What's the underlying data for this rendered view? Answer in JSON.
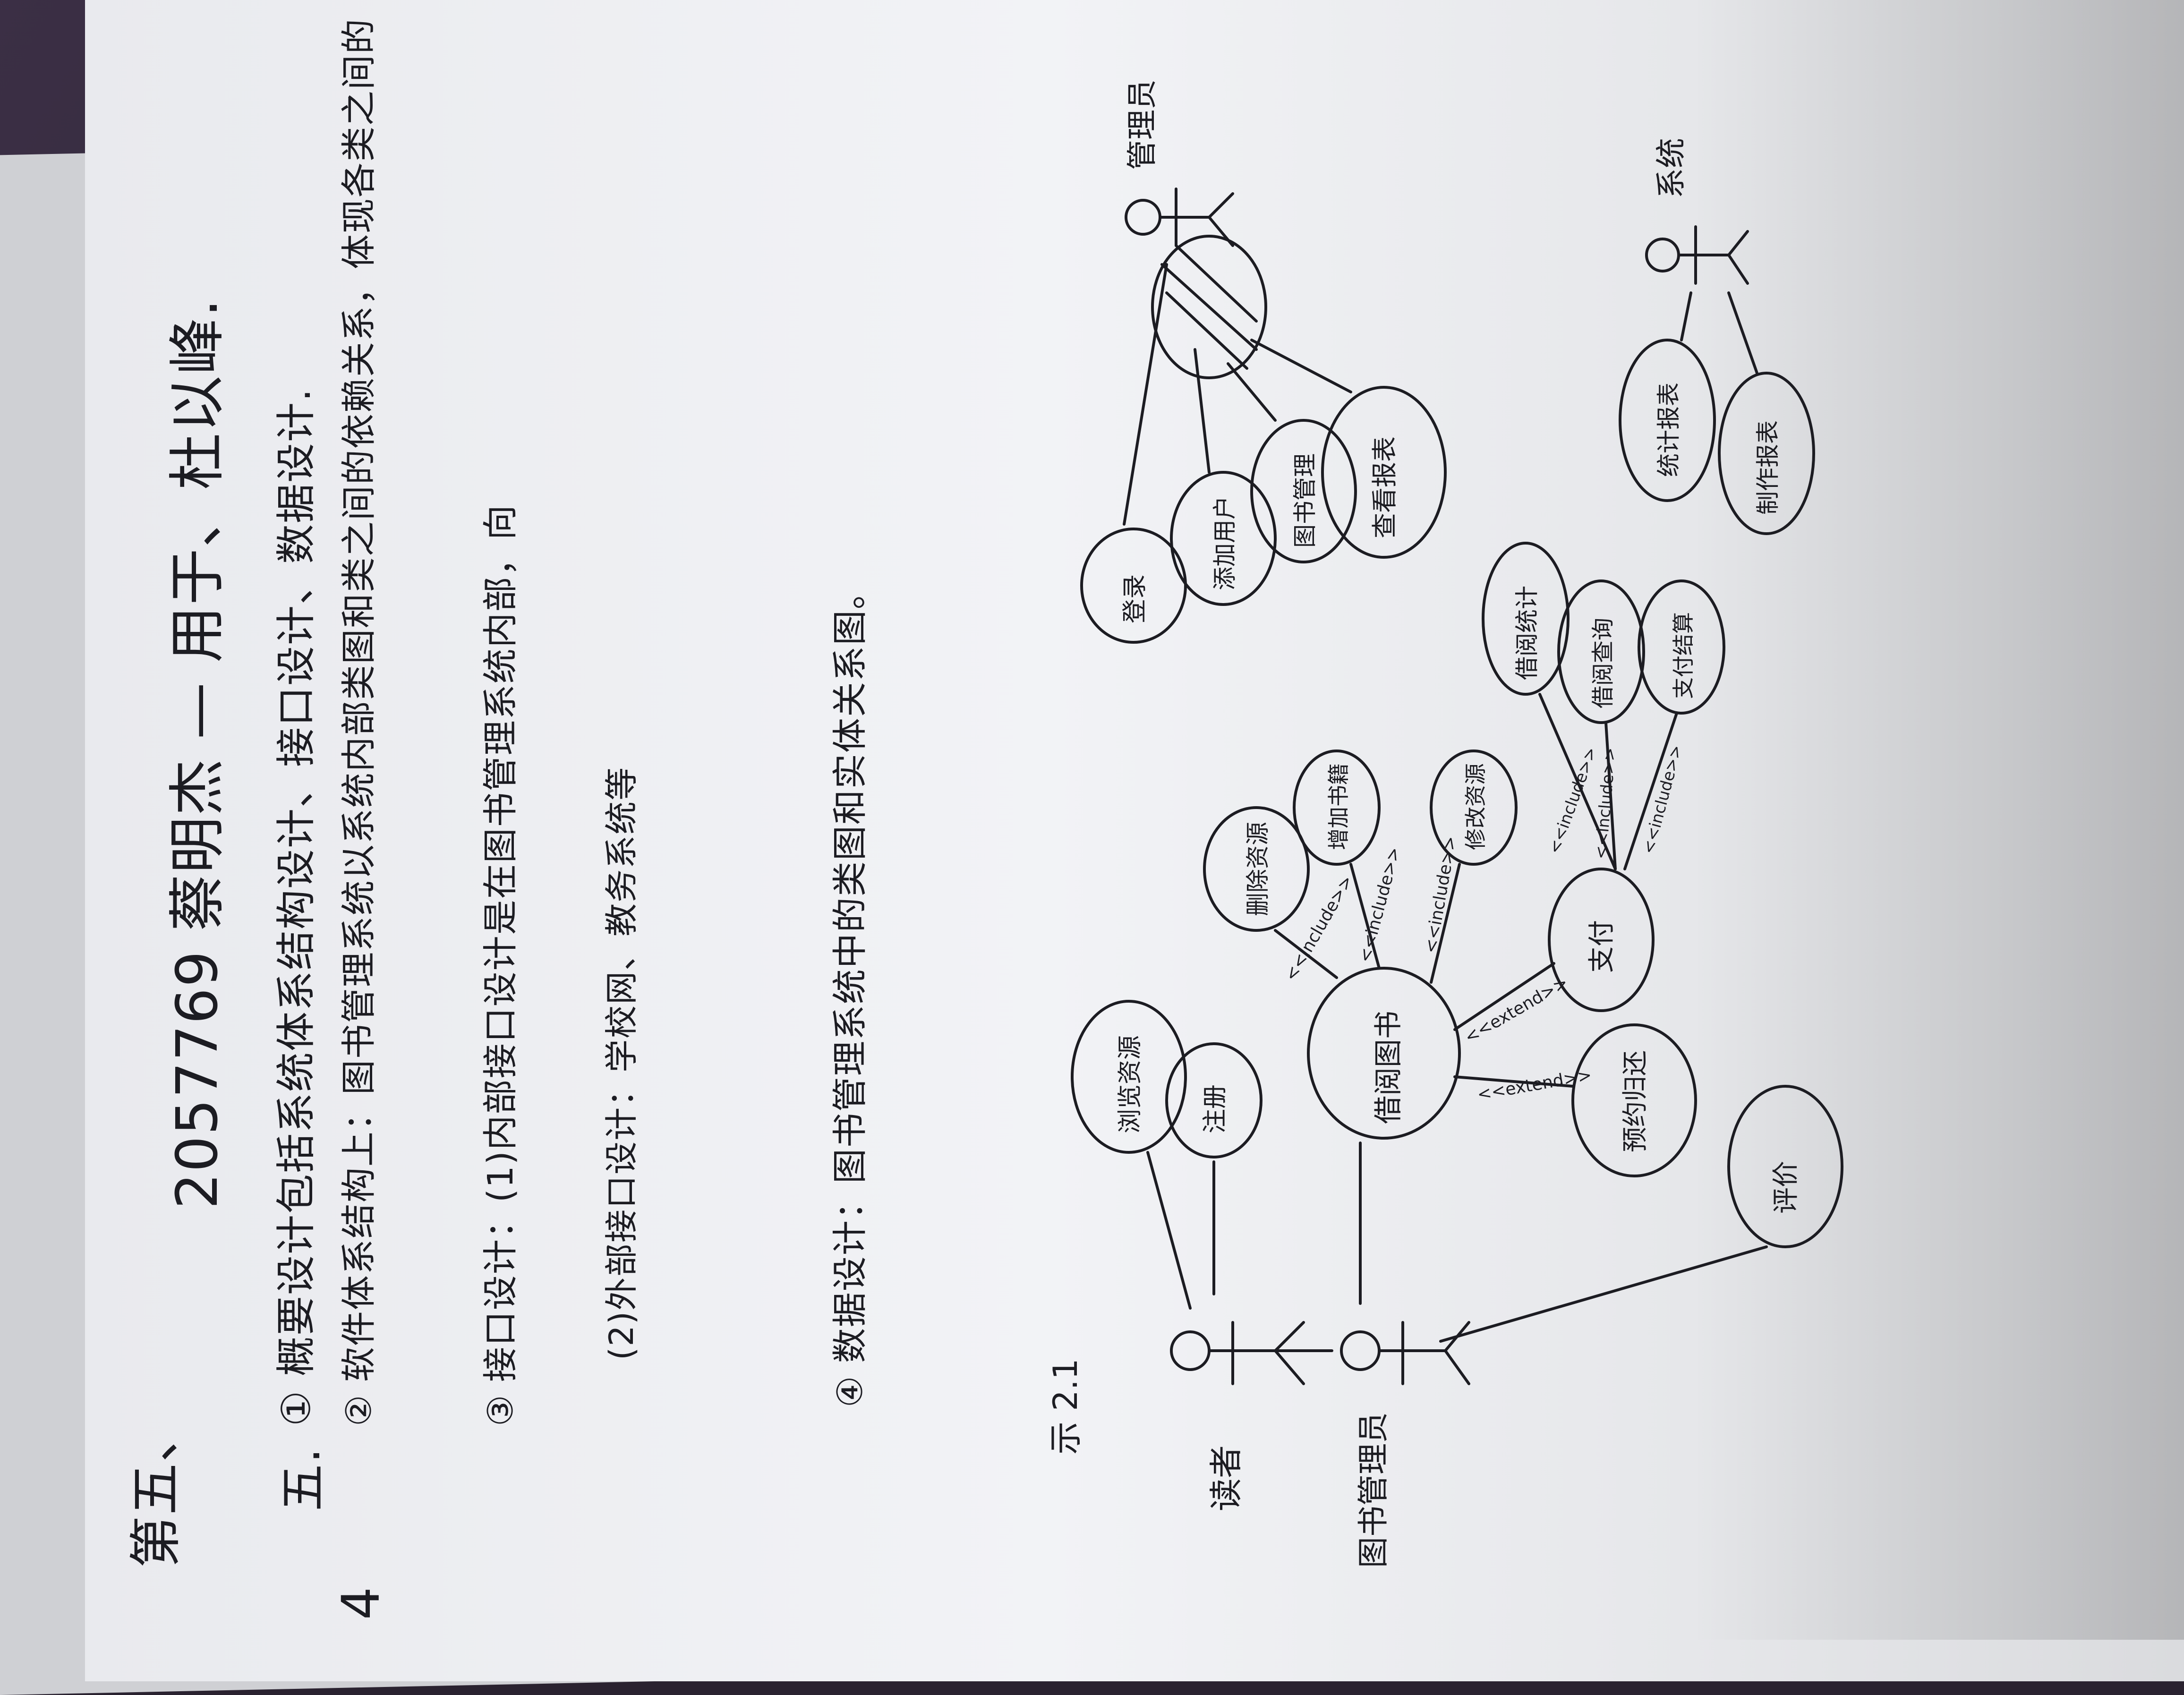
{
  "page": {
    "corner_label": "第五、",
    "header": "2057769 蔡明杰 — 用于、杜以峰.",
    "side_mark": "4",
    "section_mark": "五."
  },
  "paragraphs": [
    {
      "id": "p1",
      "text": "① 概要设计包括系统体系结构设计、接口设计、数据设计."
    },
    {
      "id": "p2",
      "text": "② 软件体系结构上：图书管理系统以系统内部类图和类之间的依赖关系，体现各类之间的"
    },
    {
      "id": "p3",
      "text": "③ 接口设计：(1)内部接口设计是在图书管理系统内部，向"
    },
    {
      "id": "p4",
      "text": "(2)外部接口设计：学校网、教务系统等"
    },
    {
      "id": "p5",
      "text": "④ 数据设计：图书管理系统中的类图和实体关系图。"
    }
  ],
  "diagram": {
    "label": "示 2.1",
    "actors": [
      {
        "id": "actor-reader",
        "label": "读者"
      },
      {
        "id": "actor-admin",
        "label": "图书管理员"
      },
      {
        "id": "actor-manager",
        "label": "管理员"
      },
      {
        "id": "actor-system",
        "label": "系统"
      }
    ],
    "use_cases": [
      {
        "id": "uc-browse",
        "label": "浏览资源"
      },
      {
        "id": "uc-register",
        "label": "注册"
      },
      {
        "id": "uc-borrow",
        "label": "借阅图书"
      },
      {
        "id": "uc-delete",
        "label": "删除资源"
      },
      {
        "id": "uc-update",
        "label": "增加书籍"
      },
      {
        "id": "uc-modify",
        "label": "修改资源"
      },
      {
        "id": "uc-pay",
        "label": "支付"
      },
      {
        "id": "uc-return",
        "label": "预约归还"
      },
      {
        "id": "uc-eval",
        "label": "评价"
      },
      {
        "id": "uc-login",
        "label": "登录"
      },
      {
        "id": "uc-add",
        "label": "添加用户"
      },
      {
        "id": "uc-check",
        "label": "图书管理"
      },
      {
        "id": "uc-report",
        "label": "查看报表"
      },
      {
        "id": "uc-calc",
        "label": "借阅统计"
      },
      {
        "id": "uc-query",
        "label": "借阅查询"
      },
      {
        "id": "uc-settle",
        "label": "支付结算"
      },
      {
        "id": "uc-stats",
        "label": "统计报表"
      },
      {
        "id": "uc-export",
        "label": "制作报表"
      }
    ],
    "relations": [
      "<<include>>",
      "<<include>>",
      "<<include>>",
      "<<extend>>",
      "<<extend>>",
      "<<include>>",
      "<<include>>",
      "<<include>>"
    ]
  }
}
